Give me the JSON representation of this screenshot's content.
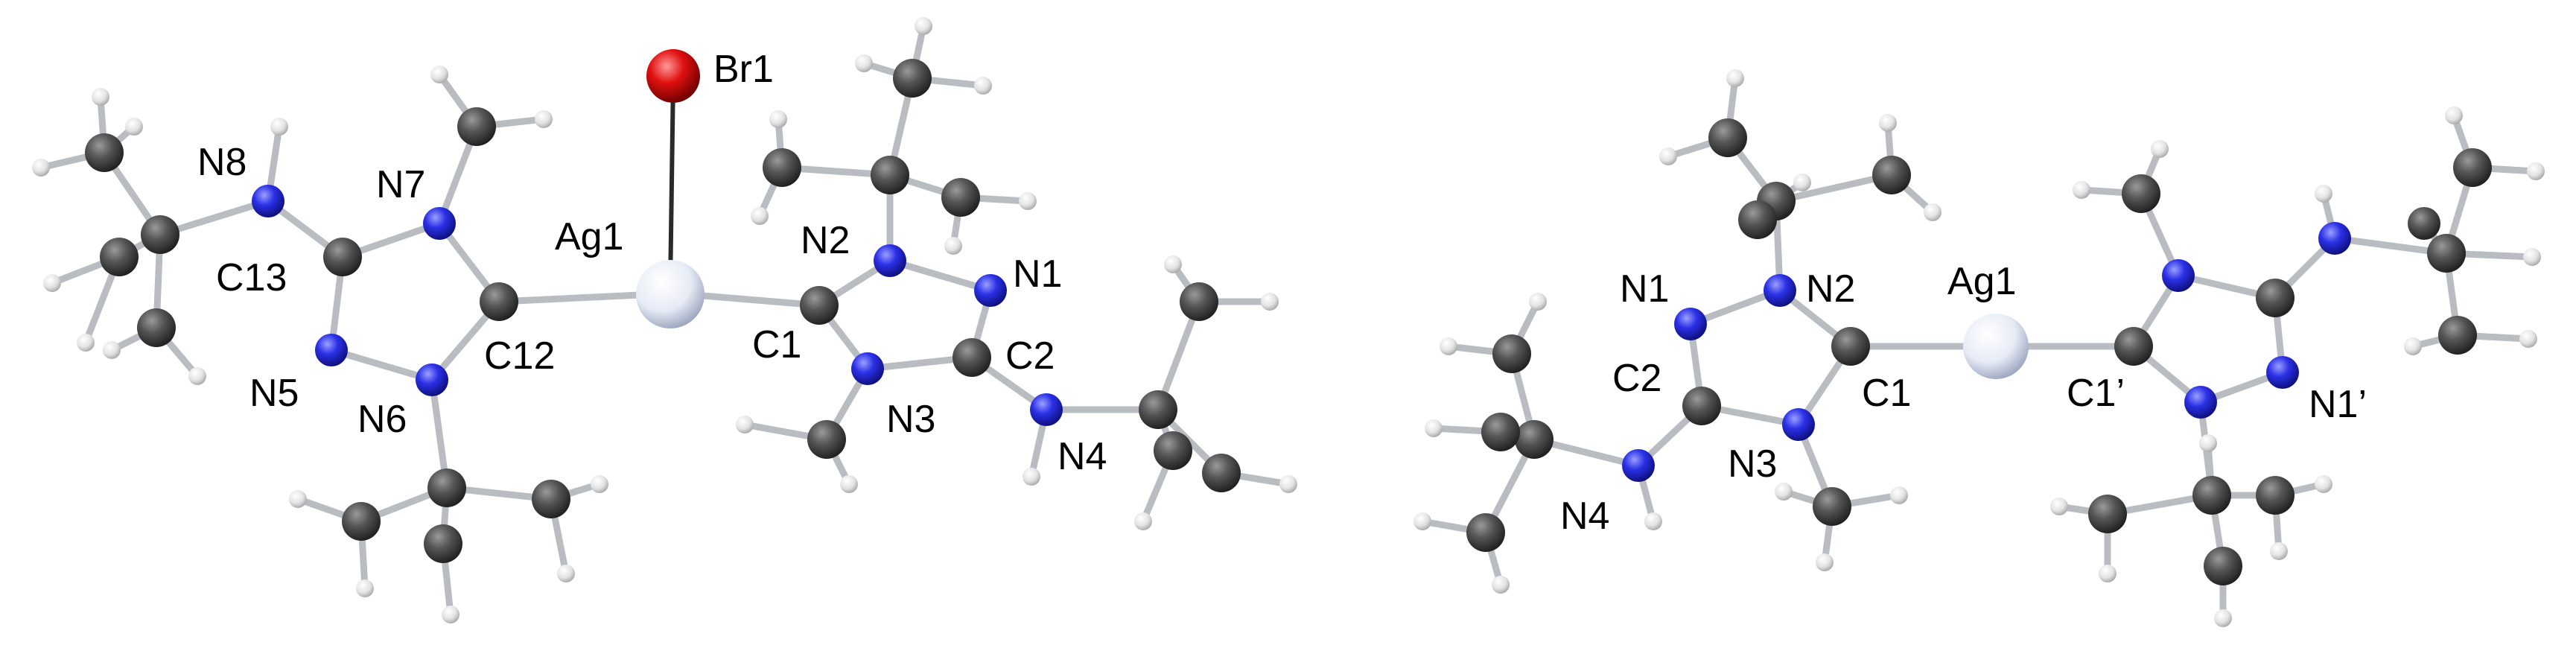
{
  "colors": {
    "carbon": "#4a4a4a",
    "hydrogen": "#e6e6e6",
    "nitrogen": "#2a2ee0",
    "silver": "#dde3f0",
    "bromine": "#e01010",
    "bond": "#b9bcc0"
  },
  "left_structure": {
    "labels": {
      "br1": "Br1",
      "ag1": "Ag1",
      "n8": "N8",
      "n7": "N7",
      "c13": "C13",
      "n5": "N5",
      "c12": "C12",
      "n6": "N6",
      "n2": "N2",
      "n1": "N1",
      "c1": "C1",
      "c2": "C2",
      "n3": "N3",
      "n4": "N4"
    }
  },
  "right_structure": {
    "labels": {
      "n1": "N1",
      "n2": "N2",
      "ag1": "Ag1",
      "c2": "C2",
      "c1": "C1",
      "c1p": "C1’",
      "n1p": "N1’",
      "n3": "N3",
      "n4": "N4"
    }
  }
}
